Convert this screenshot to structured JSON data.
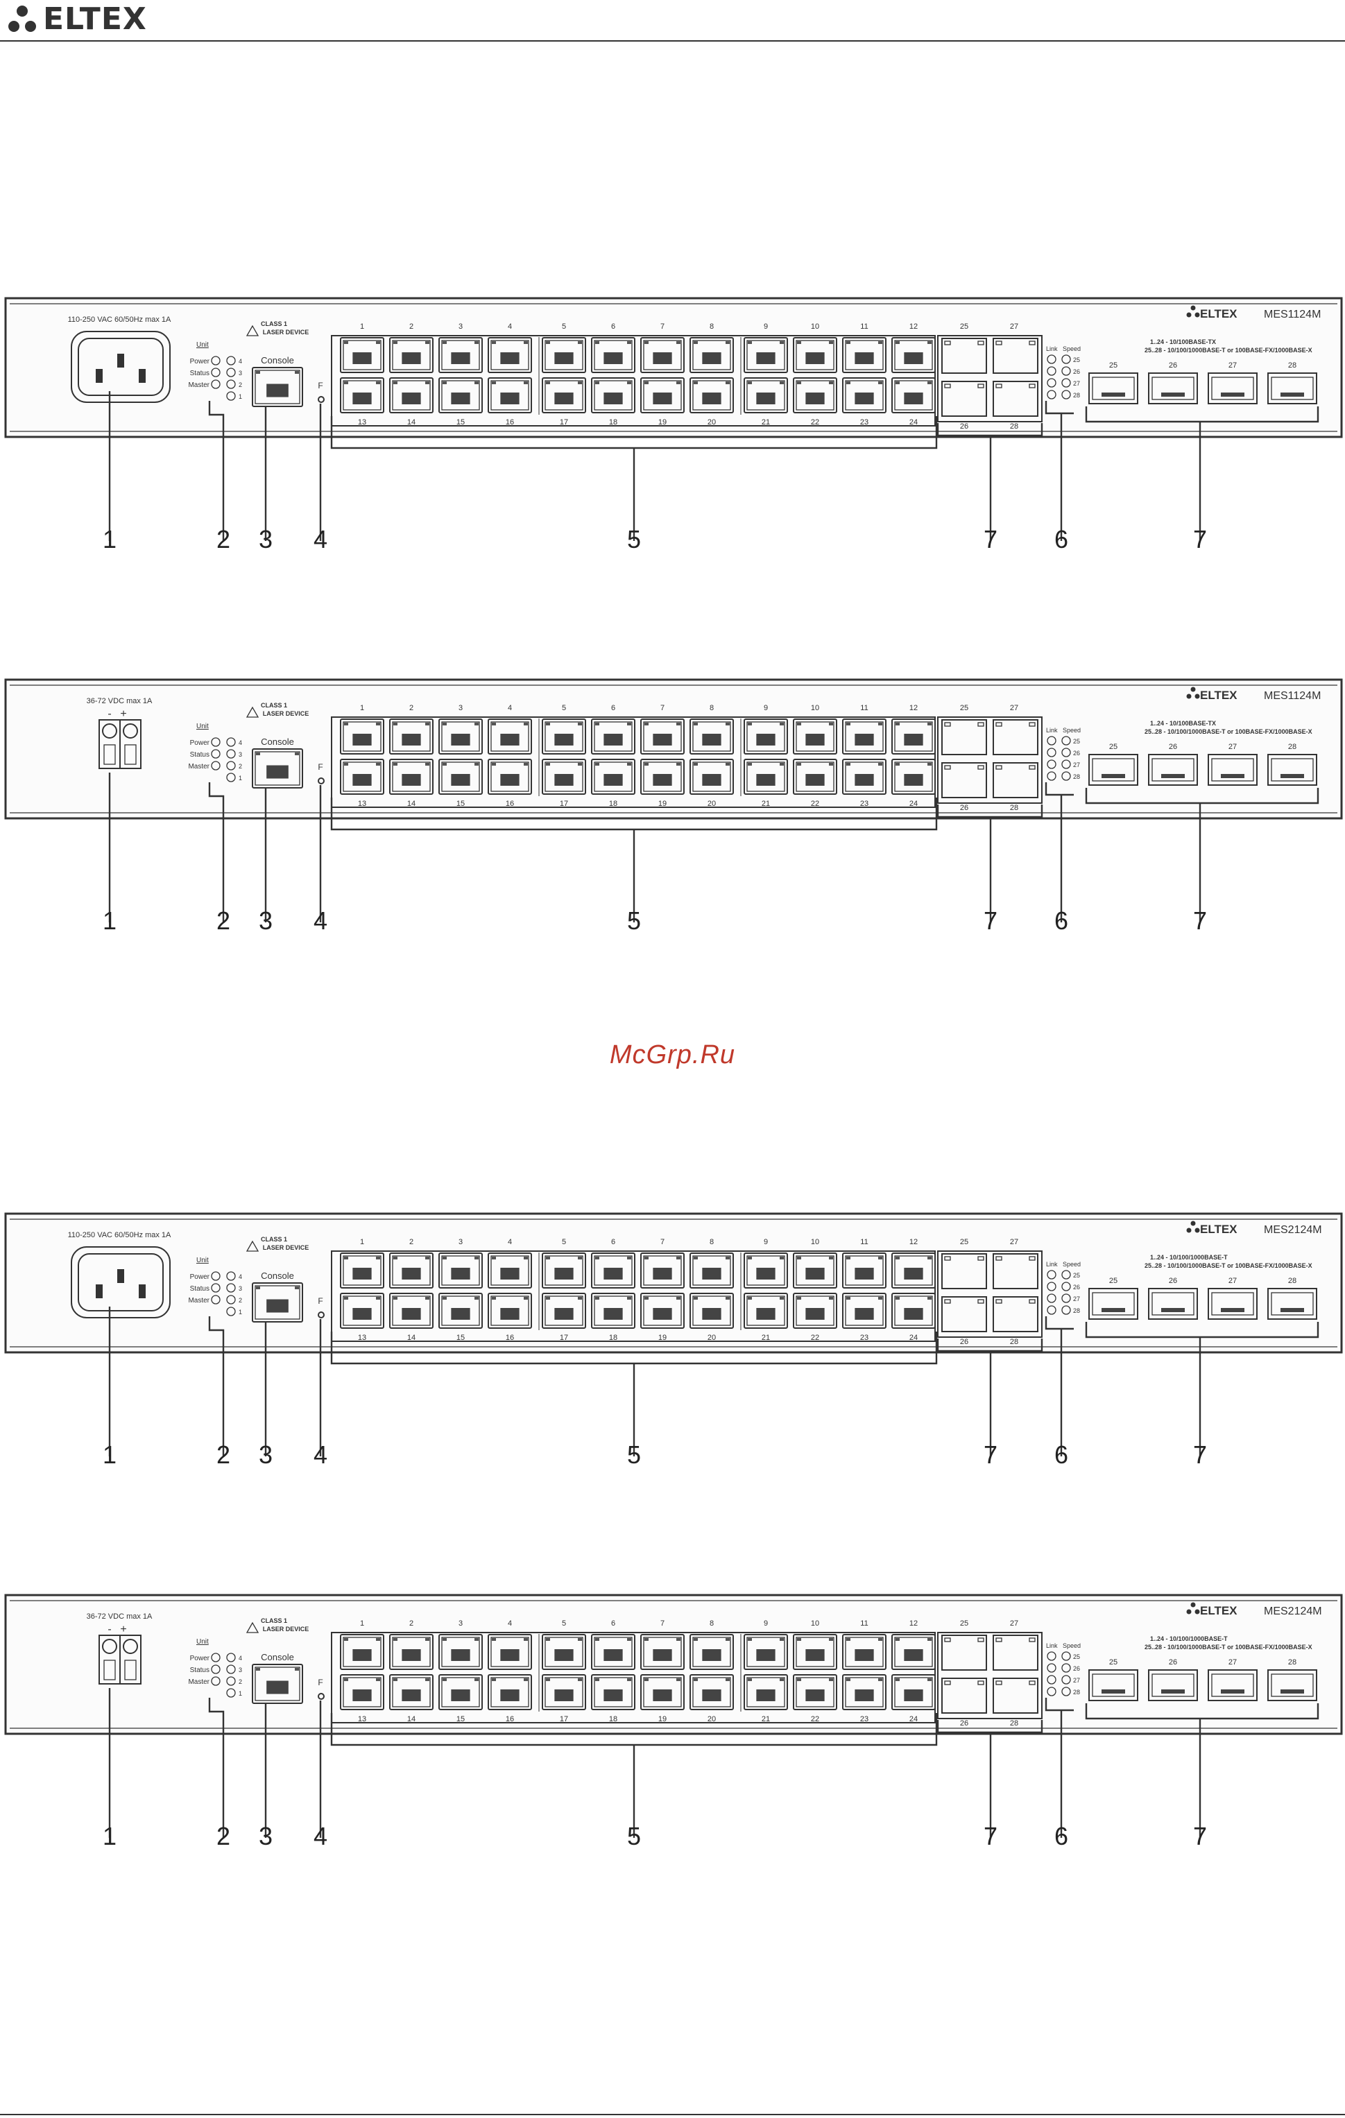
{
  "header": {
    "logo_text": "ELTEX",
    "logo_icon": "eltex-logo-icon"
  },
  "watermark": "McGrp.Ru",
  "panels": [
    {
      "model": "MES1124M",
      "brand": "ELTEX",
      "power_label": "110-250 VAC  60/50Hz  max 1A",
      "power_type": "ac",
      "laser_line1": "CLASS 1",
      "laser_line2": "LASER DEVICE",
      "spec_line1": "1..24 - 10/100BASE-TX",
      "spec_line2": "25..28 - 10/100/1000BASE-T or 100BASE-FX/1000BASE-X"
    },
    {
      "model": "MES1124M",
      "brand": "ELTEX",
      "power_label": "36-72 VDC max 1A",
      "power_type": "dc",
      "laser_line1": "CLASS 1",
      "laser_line2": "LASER DEVICE",
      "spec_line1": "1..24 - 10/100BASE-TX",
      "spec_line2": "25..28 - 10/100/1000BASE-T or 100BASE-FX/1000BASE-X"
    },
    {
      "model": "MES2124M",
      "brand": "ELTEX",
      "power_label": "110-250 VAC  60/50Hz  max 1A",
      "power_type": "ac",
      "laser_line1": "CLASS 1",
      "laser_line2": "LASER DEVICE",
      "spec_line1": "1..24 - 10/100/1000BASE-T",
      "spec_line2": "25..28 - 10/100/1000BASE-T or 100BASE-FX/1000BASE-X"
    },
    {
      "model": "MES2124M",
      "brand": "ELTEX",
      "power_label": "36-72 VDC max 1A",
      "power_type": "dc",
      "laser_line1": "CLASS 1",
      "laser_line2": "LASER DEVICE",
      "spec_line1": "1..24 - 10/100/1000BASE-T",
      "spec_line2": "25..28 - 10/100/1000BASE-T or 100BASE-FX/1000BASE-X"
    }
  ],
  "labels": {
    "unit": "Unit",
    "power": "Power",
    "status": "Status",
    "master": "Master",
    "console": "Console",
    "f": "F",
    "link": "Link",
    "speed": "Speed",
    "dc_minus": "-",
    "dc_plus": "+",
    "unit_numbers": [
      "4",
      "3",
      "2",
      "1"
    ],
    "top_ports": [
      "1",
      "2",
      "3",
      "4",
      "5",
      "6",
      "7",
      "8",
      "9",
      "10",
      "11",
      "12"
    ],
    "bottom_ports": [
      "13",
      "14",
      "15",
      "16",
      "17",
      "18",
      "19",
      "20",
      "21",
      "22",
      "23",
      "24"
    ],
    "combo_top": [
      "25",
      "27"
    ],
    "combo_bottom": [
      "26",
      "28"
    ],
    "led_ports": [
      "25",
      "26",
      "27",
      "28"
    ],
    "sfp_ports": [
      "25",
      "26",
      "27",
      "28"
    ]
  },
  "callouts": [
    "1",
    "2",
    "3",
    "4",
    "5",
    "7",
    "6",
    "7"
  ]
}
